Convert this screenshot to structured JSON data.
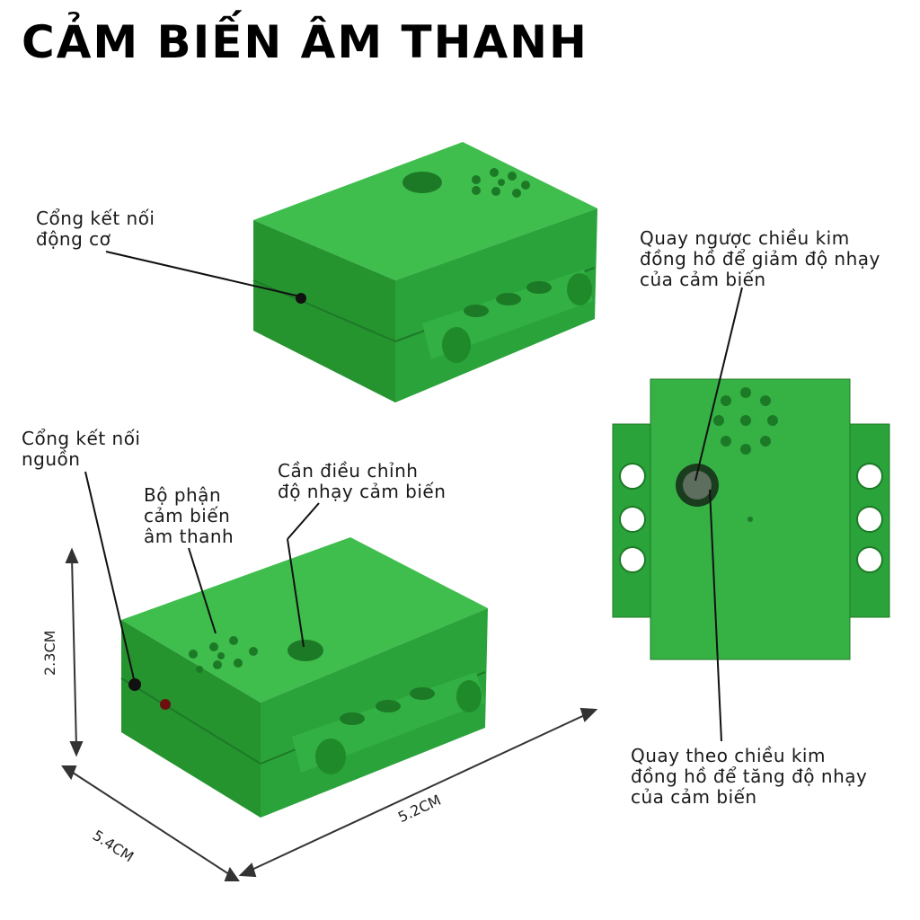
{
  "title": "CẢM BIẾN ÂM THANH",
  "labels": {
    "motor_port": "Cổng kết nối\nđộng cơ",
    "counter_clockwise": "Quay ngược chiều kim\nđồng hồ để giảm độ nhạy\ncủa cảm biến",
    "power_port": "Cổng kết nối\nnguồn",
    "sound_part": "Bộ phận\ncảm biến\nâm thanh",
    "sensitivity_knob": "Cần điều chỉnh\nđộ nhạy cảm biến",
    "clockwise": "Quay theo chiều kim\nđồng hồ để tăng độ nhạy\ncủa cảm biến"
  },
  "dimensions": {
    "height": "2.3CM",
    "depth": "5.4CM",
    "width": "5.2CM"
  },
  "colors": {
    "body_green": "#2aa33a",
    "top_green": "#3cb84a",
    "dark_green": "#1e7f2b"
  }
}
